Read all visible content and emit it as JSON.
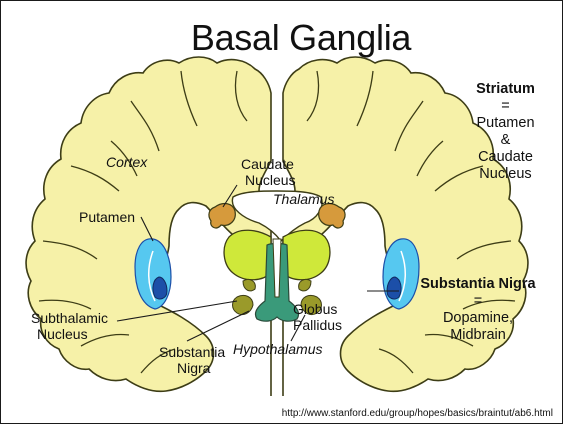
{
  "title": "Basal Ganglia",
  "labels": {
    "cortex": "Cortex",
    "caudate_1": "Caudate",
    "caudate_2": "Nucleus",
    "thalamus": "Thalamus",
    "putamen": "Putamen",
    "subthalamic_1": "Subthalamic",
    "subthalamic_2": "Nucleus",
    "globus_1": "Globus",
    "globus_2": "Pallidus",
    "substantia_1": "Substantia",
    "substantia_2": "Nigra",
    "hypothalamus": "Hypothalamus"
  },
  "striatum": {
    "heading": "Striatum",
    "eq": "=",
    "line1": "Putamen",
    "amp": "&",
    "line2": "Caudate",
    "line3": "Nucleus"
  },
  "nigra": {
    "heading": "Substantia Nigra",
    "eq": "=",
    "line1": "Dopamine,",
    "line2": "Midbrain"
  },
  "source_url": "http://www.stanford.edu/group/hopes/basics/braintut/ab6.html",
  "colors": {
    "cortex_fill": "#f6f1a8",
    "outline": "#3d3d16",
    "thalamus": "#cfe83a",
    "putamen_light": "#56c8f0",
    "pallidus_dark": "#1c4fa8",
    "caudate": "#d69a3c",
    "ventricle": "#ffffff",
    "nigra": "#9a9a2a",
    "brainstem": "#3a9a7a"
  }
}
